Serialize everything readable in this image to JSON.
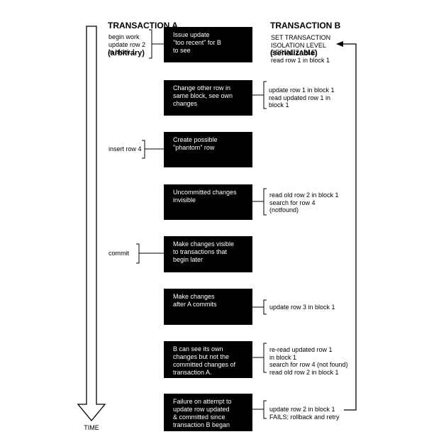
{
  "headers": {
    "a_title": "TRANSACTION A",
    "a_sub": "(arbitrary)",
    "b_title": "TRANSACTION B",
    "b_sub": "(serializable)"
  },
  "time_label": "TIME",
  "steps": [
    {
      "a_note": "begin work\nupdate row 2\nin block 1",
      "box": "Issue update\n\"too recent\" for B\nto see",
      "b_note": "SET TRANSACTION\nISOLATION LEVEL\nSERIALIZABLE\nread row 1 in block 1"
    },
    {
      "a_note": "",
      "box": "Change other row in\nsame block, see own\nchanges",
      "b_note": "update row 1 in block 1\nread updated row 1 in\nblock 1"
    },
    {
      "a_note": "insert row 4",
      "box": "Create possible\n\"phantom\" row",
      "b_note": ""
    },
    {
      "a_note": "",
      "box": "Uncommitted changes\ninvisible",
      "b_note": "read old row 2 in block 1\nsearch for row 4\n(notfound)"
    },
    {
      "a_note": "commit",
      "box": "Make changes visible\nto transactions that\nbegin later",
      "b_note": ""
    },
    {
      "a_note": "",
      "box": "Make changes\nafter A commits",
      "b_note": "update row 3 in block 1"
    },
    {
      "a_note": "",
      "box": "B can see its own\nchanges but not the\ncommitted changes of\ntransaction A.",
      "b_note": "re-read updated row 1\nin block 1\nsearch for row 4 (not found)\nread old row 2 in block 1"
    },
    {
      "a_note": "",
      "box": "Failure on attempt to\nupdate row updated\n& committed since\ntransaction B began",
      "b_note": "update row 2 in block 1\nFAILS; rollback and retry"
    }
  ]
}
